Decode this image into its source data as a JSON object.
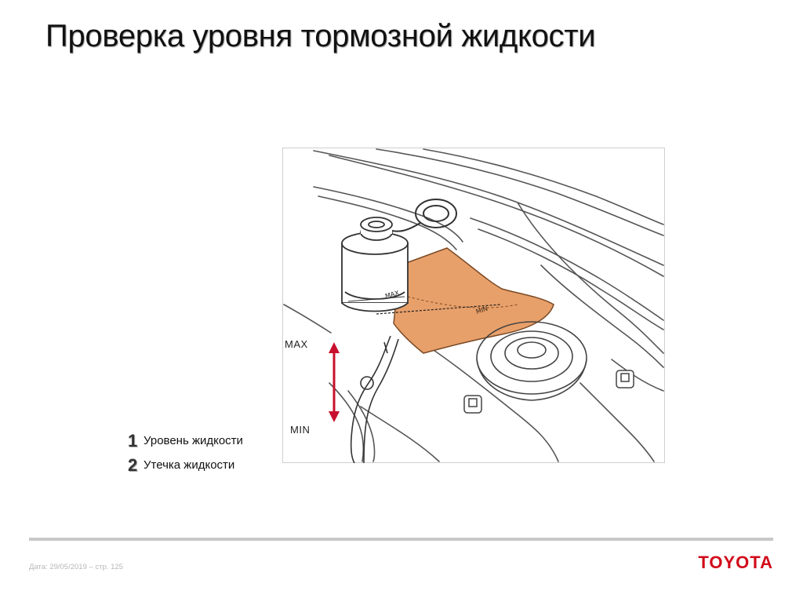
{
  "slide": {
    "title": "Проверка уровня тормозной жидкости"
  },
  "figure": {
    "max_label": "MAX",
    "min_label": "MIN",
    "highlight_color": "#e8a06a",
    "arrow_color": "#c8102e"
  },
  "legend": {
    "items": [
      {
        "num": "1",
        "text": "Уровень жидкости"
      },
      {
        "num": "2",
        "text": "Утечка жидкости"
      }
    ]
  },
  "footer": {
    "meta": "Дата: 29/05/2019 – стр.  125",
    "brand": "TOYOTA",
    "brand_color": "#d10a1a"
  }
}
